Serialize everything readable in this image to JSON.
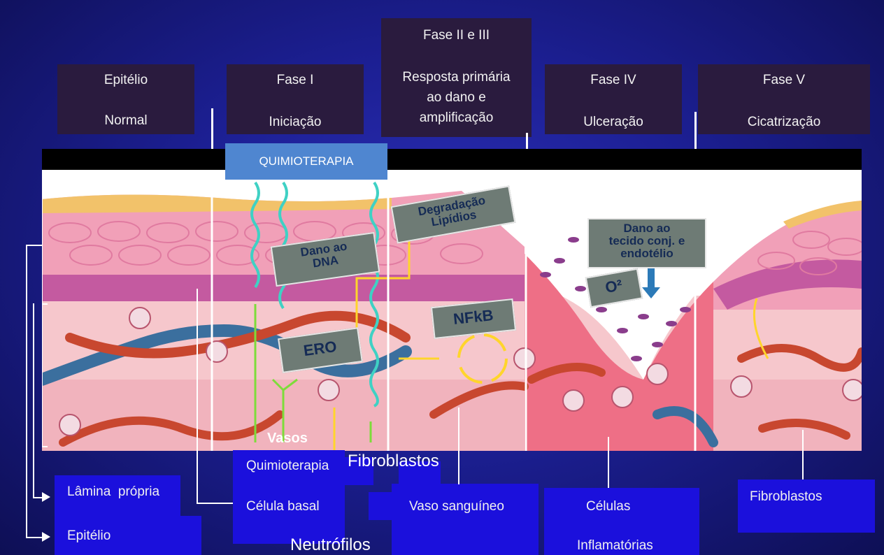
{
  "header": {
    "epitelio": {
      "line1": "Epitélio",
      "line2": "Normal"
    },
    "fase1": {
      "line1": "Fase I",
      "line2": "Iniciação"
    },
    "fase23": {
      "line1": "Fase II e III",
      "line2": "Resposta primária",
      "line3": "ao dano e",
      "line4": "amplificação"
    },
    "fase4": {
      "line1": "Fase IV",
      "line2": "Ulceração"
    },
    "fase5": {
      "line1": "Fase V",
      "line2": "Cicatrização"
    }
  },
  "tags": {
    "quimioterapia": "QUIMIOTERAPIA",
    "dano_dna_1": "Dano ao",
    "dano_dna_2": "DNA",
    "degradacao_1": "Degradação",
    "degradacao_2": "Lipídios",
    "ero": "ERO",
    "nfkb": "NFkB",
    "dano_tecido_1": "Dano ao",
    "dano_tecido_2": "tecido conj. e",
    "dano_tecido_3": "endotélio",
    "o2": "O²"
  },
  "labels": {
    "vasos": "Vasos",
    "quimioterapia": "Quimioterapia",
    "fibroblastos_big": "Fibroblastos",
    "lamina_propria": "Lâmina  própria",
    "epitelio": "Epitélio",
    "celula_basal": "Célula basal",
    "neutrofilos": "Neutrófilos",
    "vaso_sanguineo": "Vaso sanguíneo",
    "celulas_1": "Células",
    "celulas_2": "Inflamatórias",
    "fibroblastos": "Fibroblastos"
  },
  "colors": {
    "background": "#1c1f93",
    "header_box": "#2a1b3e",
    "label_box": "#1b10dc",
    "tag_box": "#6e7b75",
    "tag_text": "#152b55",
    "chemo_box": "#4f86d0",
    "epithelium": "#f09ab4",
    "lamina": "#f6c3c9",
    "vessel_red": "#c8472f",
    "vessel_blue": "#3b6f9e",
    "wave": "#3fd1c4"
  }
}
